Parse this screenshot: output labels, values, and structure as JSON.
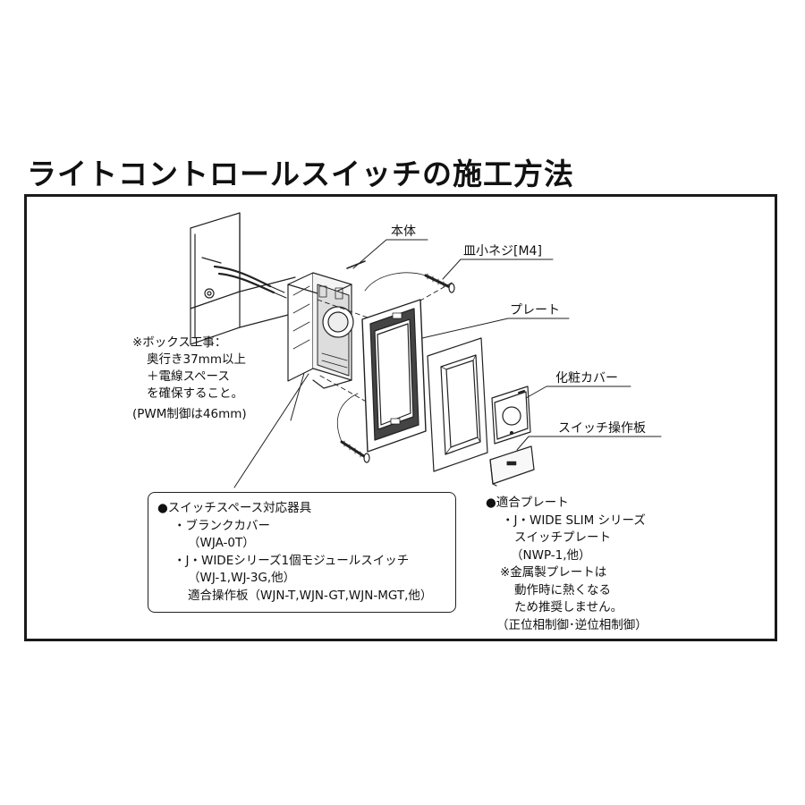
{
  "title": "ライトコントロールスイッチの施工方法",
  "labels": {
    "body": "本体",
    "screw": "皿小ネジ[M4]",
    "plate": "プレート",
    "cosmetic_cover": "化粧カバー",
    "switch_plate": "スイッチ操作板"
  },
  "box_note": {
    "lines": [
      "※ボックス工事：",
      "奥行き37mm以上",
      "＋電線スペース",
      "を確保すること。",
      "(PWM制御は46mm)"
    ]
  },
  "switch_space": {
    "lines": [
      "●スイッチスペース対応器具",
      "・ブランクカバー",
      "（WJA-0T）",
      "・J・WIDEシリーズ1個モジュールスイッチ",
      "（WJ-1,WJ-3G,他）",
      "適合操作板（WJN-T,WJN-GT,WJN-MGT,他）"
    ]
  },
  "compatible_plate": {
    "lines": [
      "●適合プレート",
      "・J・WIDE SLIM シリーズ",
      "スイッチプレート",
      "（NWP-1,他）",
      "※金属製プレートは",
      "動作時に熱くなる",
      "ため推奨しません。",
      "（正位相制御･逆位相制御）"
    ]
  }
}
